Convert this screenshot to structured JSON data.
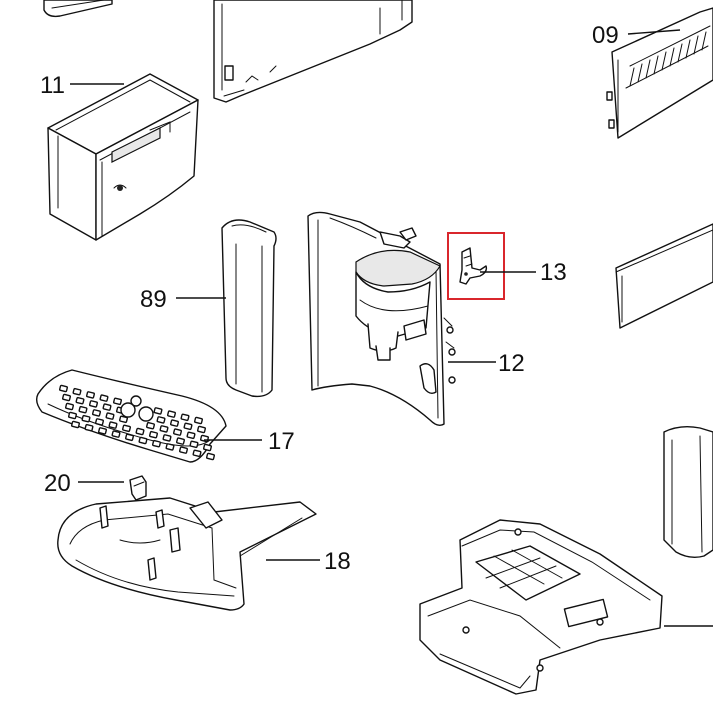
{
  "highlight_color": "#d9262c",
  "line_color": "#111111",
  "callouts": {
    "p09": "09",
    "p11": "11",
    "p89": "89",
    "p13": "13",
    "p12": "12",
    "p17": "17",
    "p20": "20",
    "p18": "18"
  }
}
